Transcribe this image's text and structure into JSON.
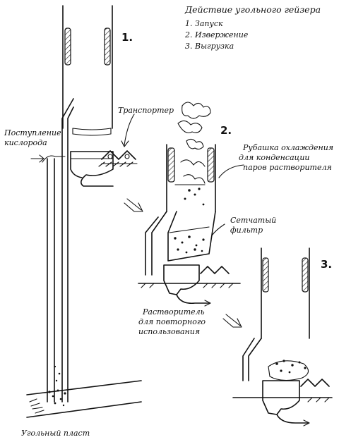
{
  "legend": {
    "title": "Действие угольного гейзера",
    "items": [
      "1.  Запуск",
      "2.  Извержение",
      "3.  Выгрузка"
    ]
  },
  "stages": {
    "one": "1.",
    "two": "2.",
    "three": "3."
  },
  "labels": {
    "transporter": "Транспортер",
    "oxygen_line1": "Поступление",
    "oxygen_line2": "кислорода",
    "jacket_line1": "Рубашка охлаждения",
    "jacket_line2": "для конденсации",
    "jacket_line3": "паров растворителя",
    "filter_line1": "Сетчатый",
    "filter_line2": "фильтр",
    "solvent_line1": "Растворитель",
    "solvent_line2": "для повторного",
    "solvent_line3": "использования",
    "coal_seam": "Угольный пласт"
  }
}
